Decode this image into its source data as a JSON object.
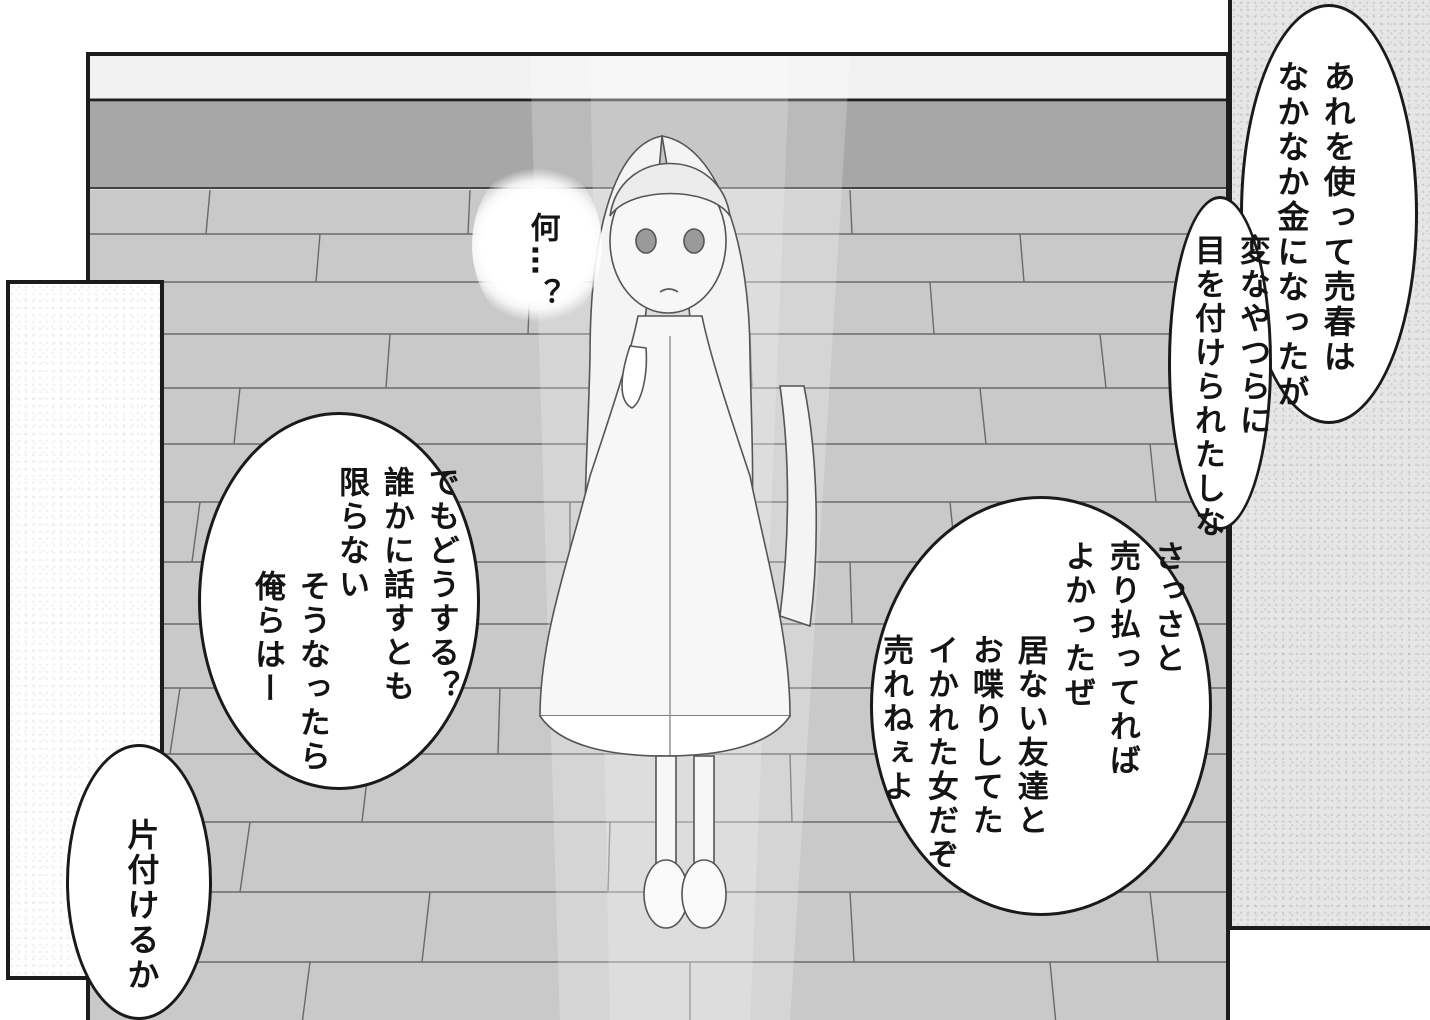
{
  "bubbles": {
    "b1": "あれを使って売春は\nなかなか金になったが",
    "b2": "変なやつらに\n目を付けられたしな",
    "b3": "何…？",
    "b4": "でもどうする？\n誰かに話すとも\n限らない",
    "b5": "そうなったら\n俺らはー",
    "b6": "さっさと\n売り払ってれば\nよかったぜ",
    "b7": "居ない友達と\nお喋りしてた\nイかれた女だぞ\n売れねぇよ",
    "b8": "片付けるか"
  }
}
